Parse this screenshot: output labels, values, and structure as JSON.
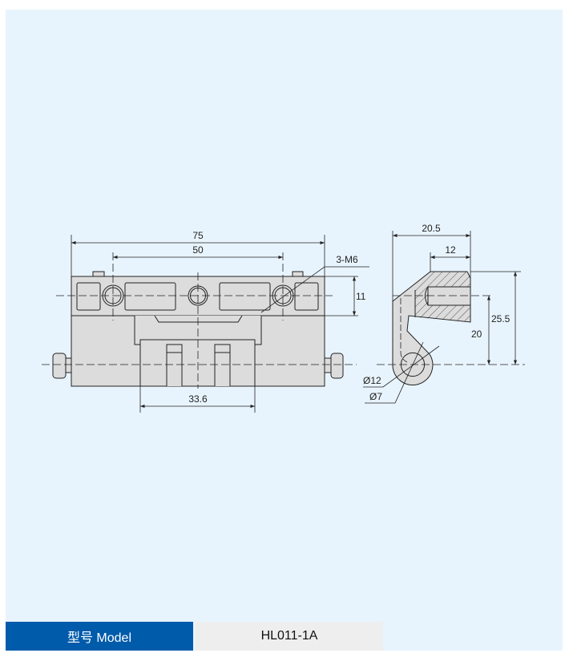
{
  "drawing": {
    "front_view": {
      "overall_width": "75",
      "hole_spacing": "50",
      "hole_callout": "3-M6",
      "strip_height": "11",
      "center_width": "33.6"
    },
    "side_view": {
      "overall_depth": "20.5",
      "mount_depth": "12",
      "total_height": "25.5",
      "hole_height": "20",
      "outer_diameter": "Ø12",
      "inner_diameter": "Ø7"
    },
    "colors": {
      "background": "#e8f4fd",
      "part_fill": "#dcdcdc",
      "accent": "#005bab"
    }
  },
  "spec_table": {
    "model_label": "型号 Model",
    "model_value": "HL011-1A"
  }
}
